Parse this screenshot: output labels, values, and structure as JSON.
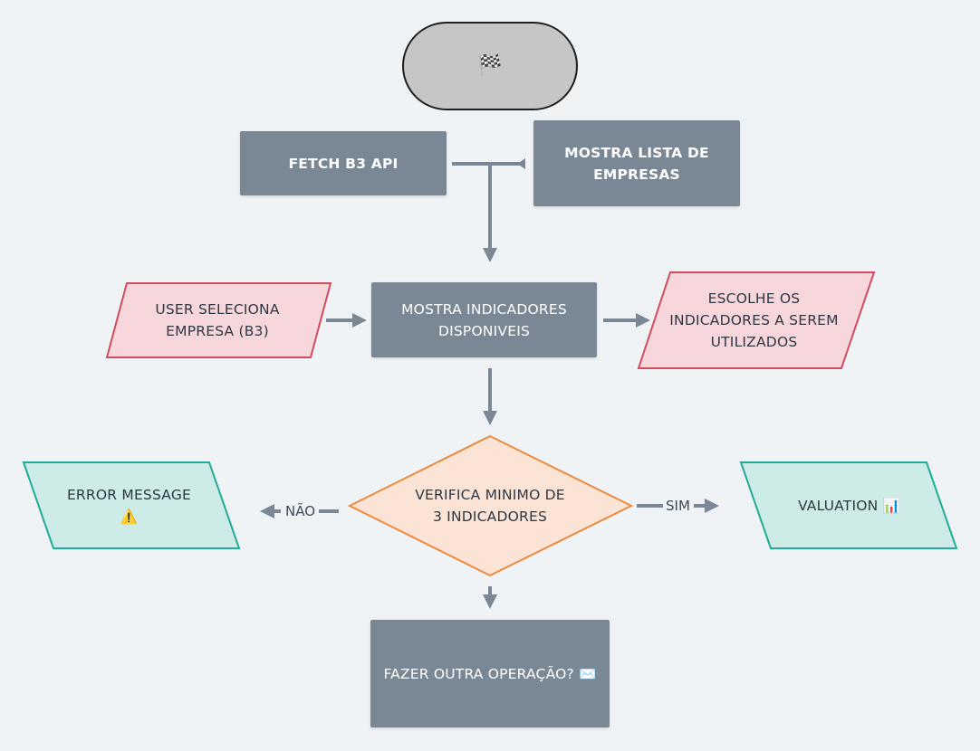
{
  "nodes": {
    "start": {
      "text": "🏁"
    },
    "fetch_b3_api": {
      "text": "FETCH B3 API"
    },
    "mostra_lista": {
      "text": "MOSTRA LISTA DE\nEMPRESAS"
    },
    "user_seleciona": {
      "text": "USER SELECIONA\nEMPRESA (B3)"
    },
    "mostra_indicadores": {
      "text": "MOSTRA INDICADORES\nDISPONIVEIS"
    },
    "escolhe_indicadores": {
      "text": "ESCOLHE OS\nINDICADORES A SEREM\nUTILIZADOS"
    },
    "verifica_minimo": {
      "text": "VERIFICA MINIMO DE\n3 INDICADORES"
    },
    "error_message": {
      "text": "ERROR MESSAGE\n⚠️"
    },
    "valuation": {
      "text": "VALUATION 📊"
    },
    "fazer_outra": {
      "text": "FAZER OUTRA OPERAÇÃO? ✉️"
    }
  },
  "edges": {
    "nao_label": "NÃO",
    "sim_label": "SIM"
  },
  "colors": {
    "background": "#f0f3f6",
    "process_fill": "#7a8896",
    "start_fill": "#c6c6c6",
    "input_fill": "#f8d7dc",
    "input_stroke": "#d34b5e",
    "decision_fill": "#fbe4d5",
    "decision_stroke": "#ec8a3d",
    "output_fill": "#cdece7",
    "output_stroke": "#22ab97",
    "arrow": "#7a8896"
  }
}
